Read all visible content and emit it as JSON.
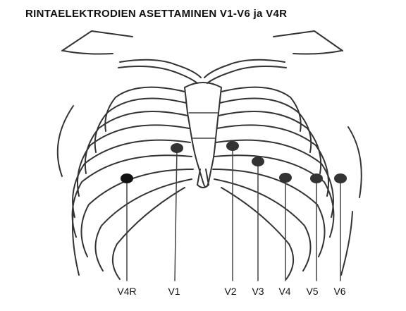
{
  "title": "RINTAELEKTRODIEN ASETTAMINEN V1-V6 ja V4R",
  "electrodes": {
    "v4r": "V4R",
    "v1": "V1",
    "v2": "V2",
    "v3": "V3",
    "v4": "V4",
    "v5": "V5",
    "v6": "V6"
  },
  "colors": {
    "line": "#333333",
    "dot_dark": "#111111",
    "dot": "#333333"
  }
}
